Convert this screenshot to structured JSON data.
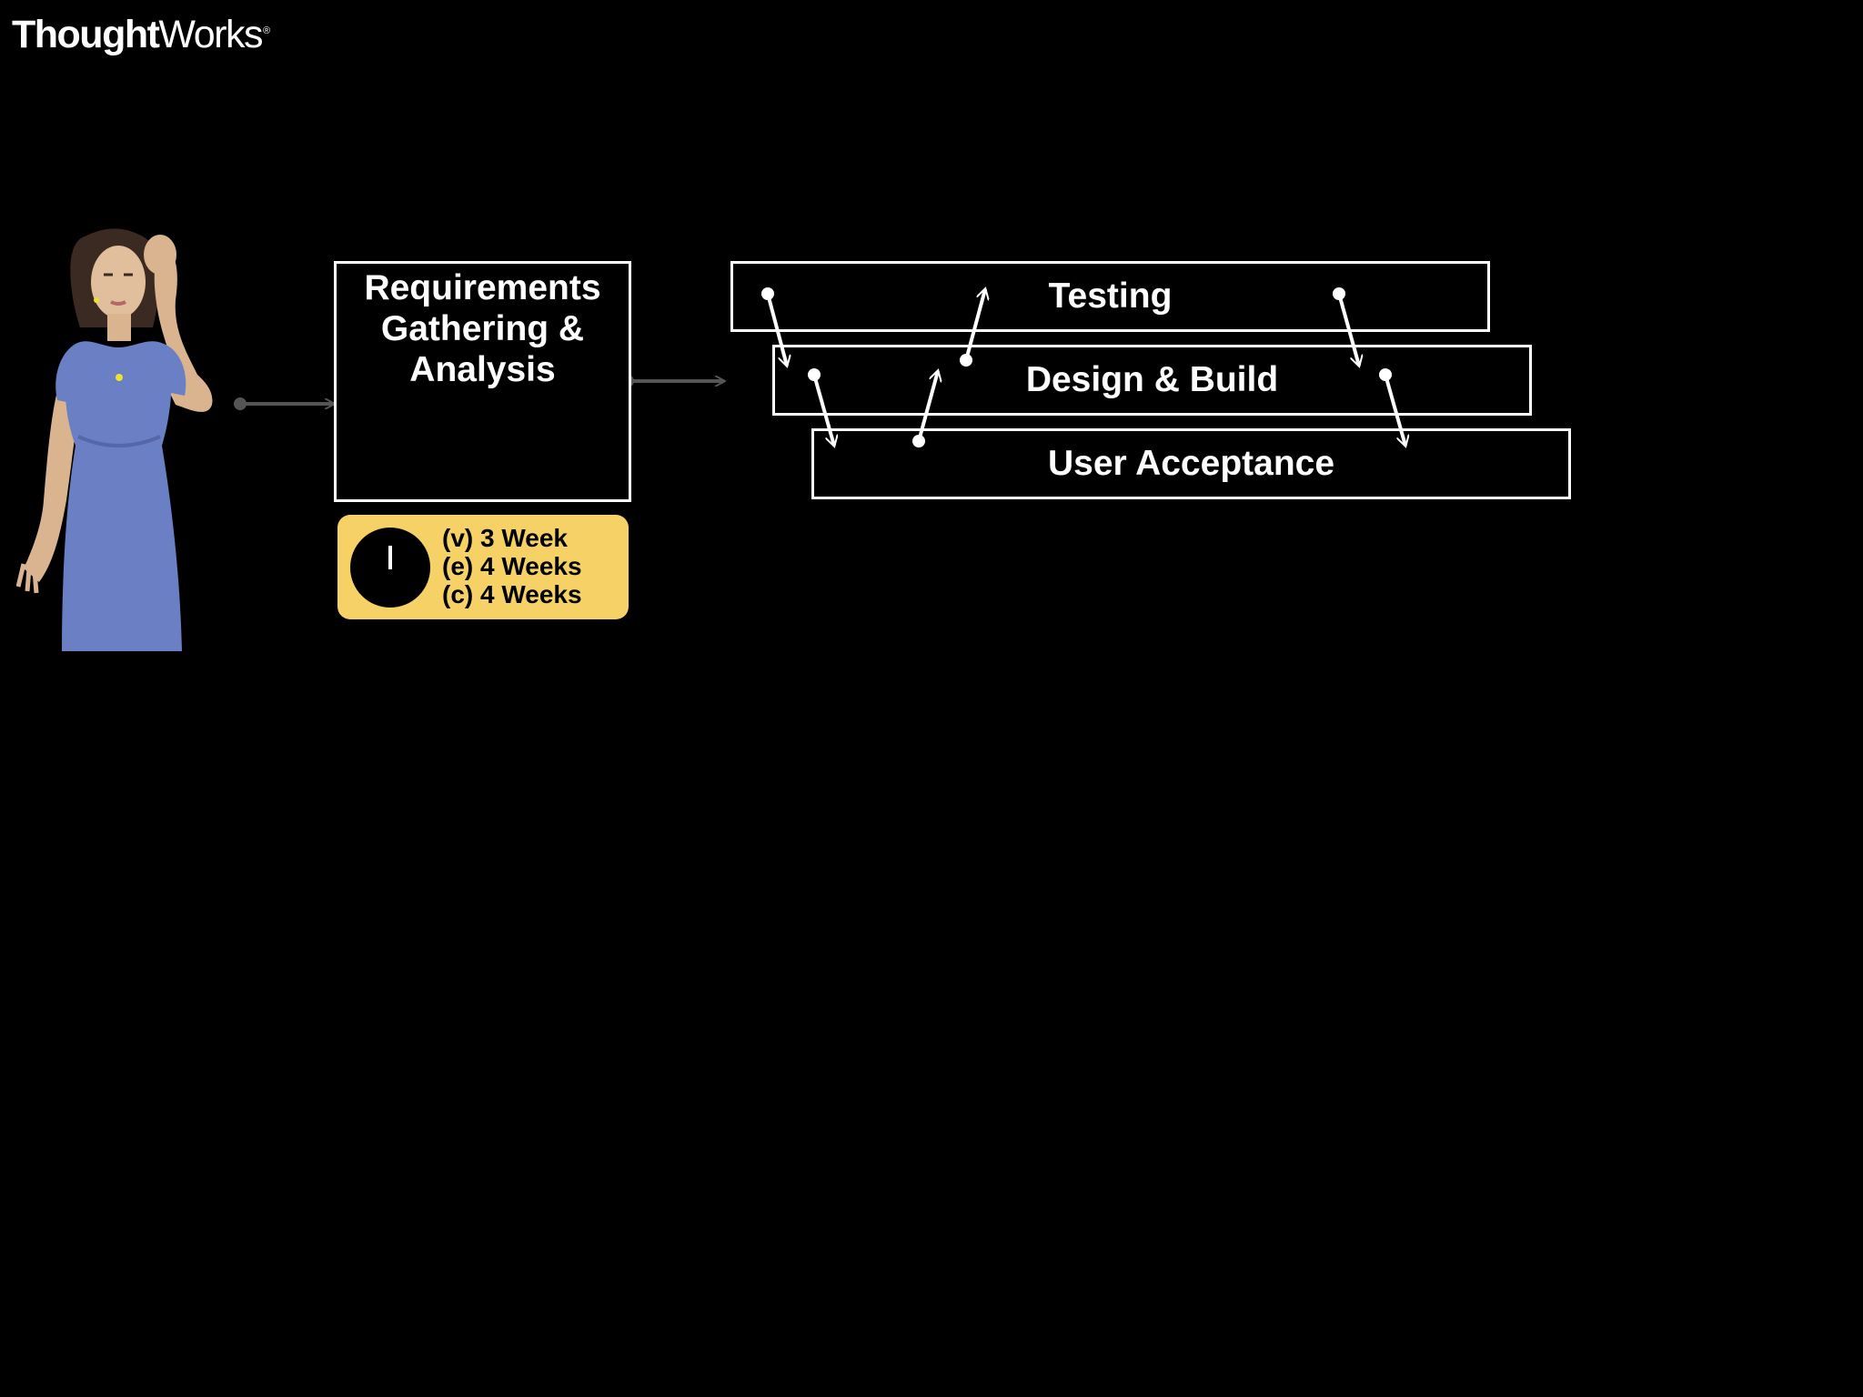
{
  "logo": {
    "bold": "Thought",
    "light": "Works",
    "mark": "®"
  },
  "requirements": {
    "lines": [
      "Requirements",
      "Gathering &",
      "Analysis"
    ]
  },
  "stages": {
    "testing": "Testing",
    "design": "Design & Build",
    "uat": "User Acceptance"
  },
  "estimate": {
    "lines": [
      "(v) 3 Week",
      "(e) 4 Weeks",
      "(c) 4 Weeks"
    ]
  },
  "colors": {
    "background": "#000000",
    "box_border": "#ffffff",
    "timebox": "#f6d266",
    "dress": "#6a7fc4",
    "connector": "#555555"
  },
  "icons": [
    "clock-icon",
    "person-illustration",
    "thoughtworks-logo"
  ]
}
